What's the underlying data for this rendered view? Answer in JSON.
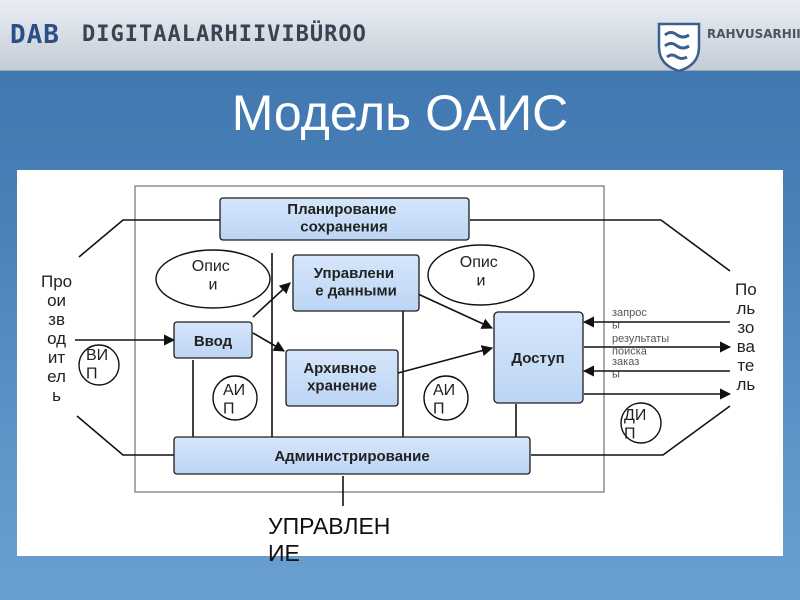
{
  "header": {
    "logo_abbrev": "DAB",
    "logo_name": "DIGITAALARHIIVIBÜROO",
    "partner_name": "RAHVUSARHIIV"
  },
  "title": "Модель ОАИС",
  "diagram": {
    "producer": "Про\nои\nзв\nод\nит\nел\nь",
    "consumer": "По\nль\nзо\nва\nте\nль",
    "boxes": {
      "preservation_planning": "Планирование\nсохранения",
      "data_management": "Управлени\nе данными",
      "ingest": "Ввод",
      "archival_storage": "Архивное\nхранение",
      "access": "Доступ",
      "administration": "Администрирование"
    },
    "ellipses": {
      "descriptions_left": "Опис\nи",
      "descriptions_right": "Опис\nи"
    },
    "packages": {
      "sip": "ВИ\nП",
      "aip_left": "АИ\nП",
      "aip_right": "АИ\nП",
      "dip": "ДИ\nП"
    },
    "arrow_labels": {
      "queries": "запрос\nы",
      "results": "результаты\nпоиска",
      "orders": "заказ\nы"
    },
    "management": "УПРАВЛЕН\nИЕ"
  }
}
